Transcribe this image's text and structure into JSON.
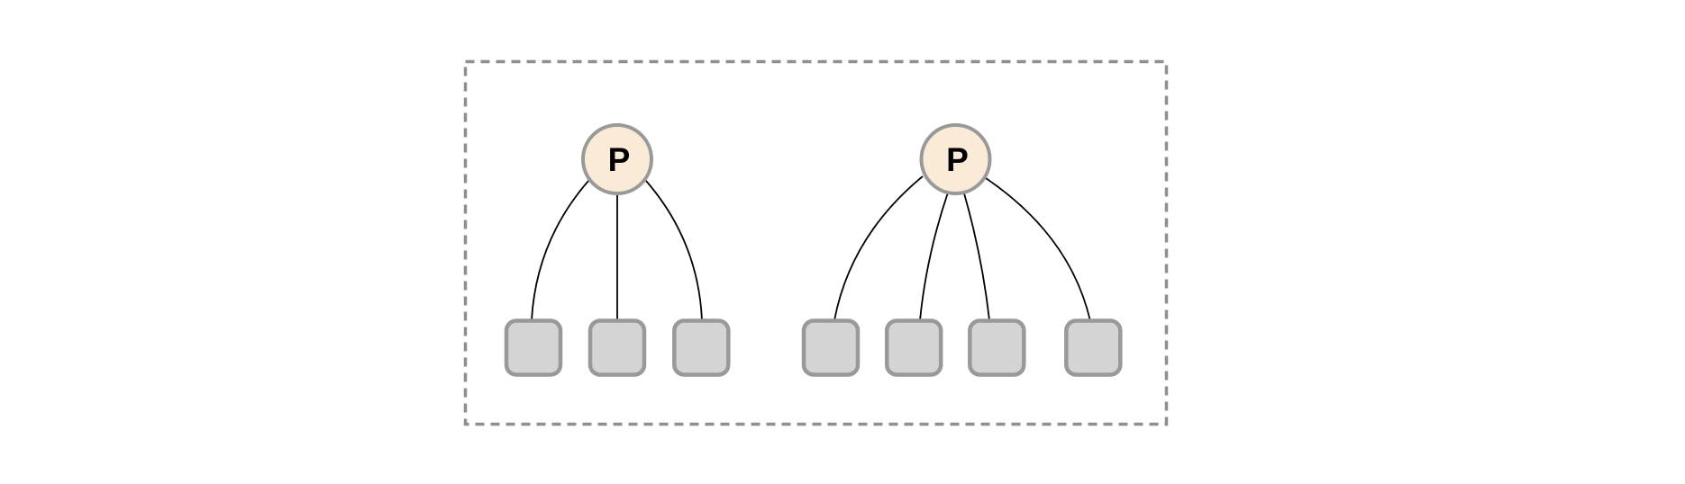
{
  "diagram": {
    "type": "tree-pair",
    "frame": {
      "style": "dashed-rectangle"
    },
    "trees": [
      {
        "position": "left",
        "parent_label": "P",
        "child_count": 3
      },
      {
        "position": "right",
        "parent_label": "P",
        "child_count": 4
      }
    ],
    "colors": {
      "background": "#ffffff",
      "parent_fill": "#faebd7",
      "parent_stroke": "#999999",
      "child_fill": "#d4d4d4",
      "child_stroke": "#999999",
      "edge": "#000000",
      "frame": "#8f8f8f"
    }
  }
}
